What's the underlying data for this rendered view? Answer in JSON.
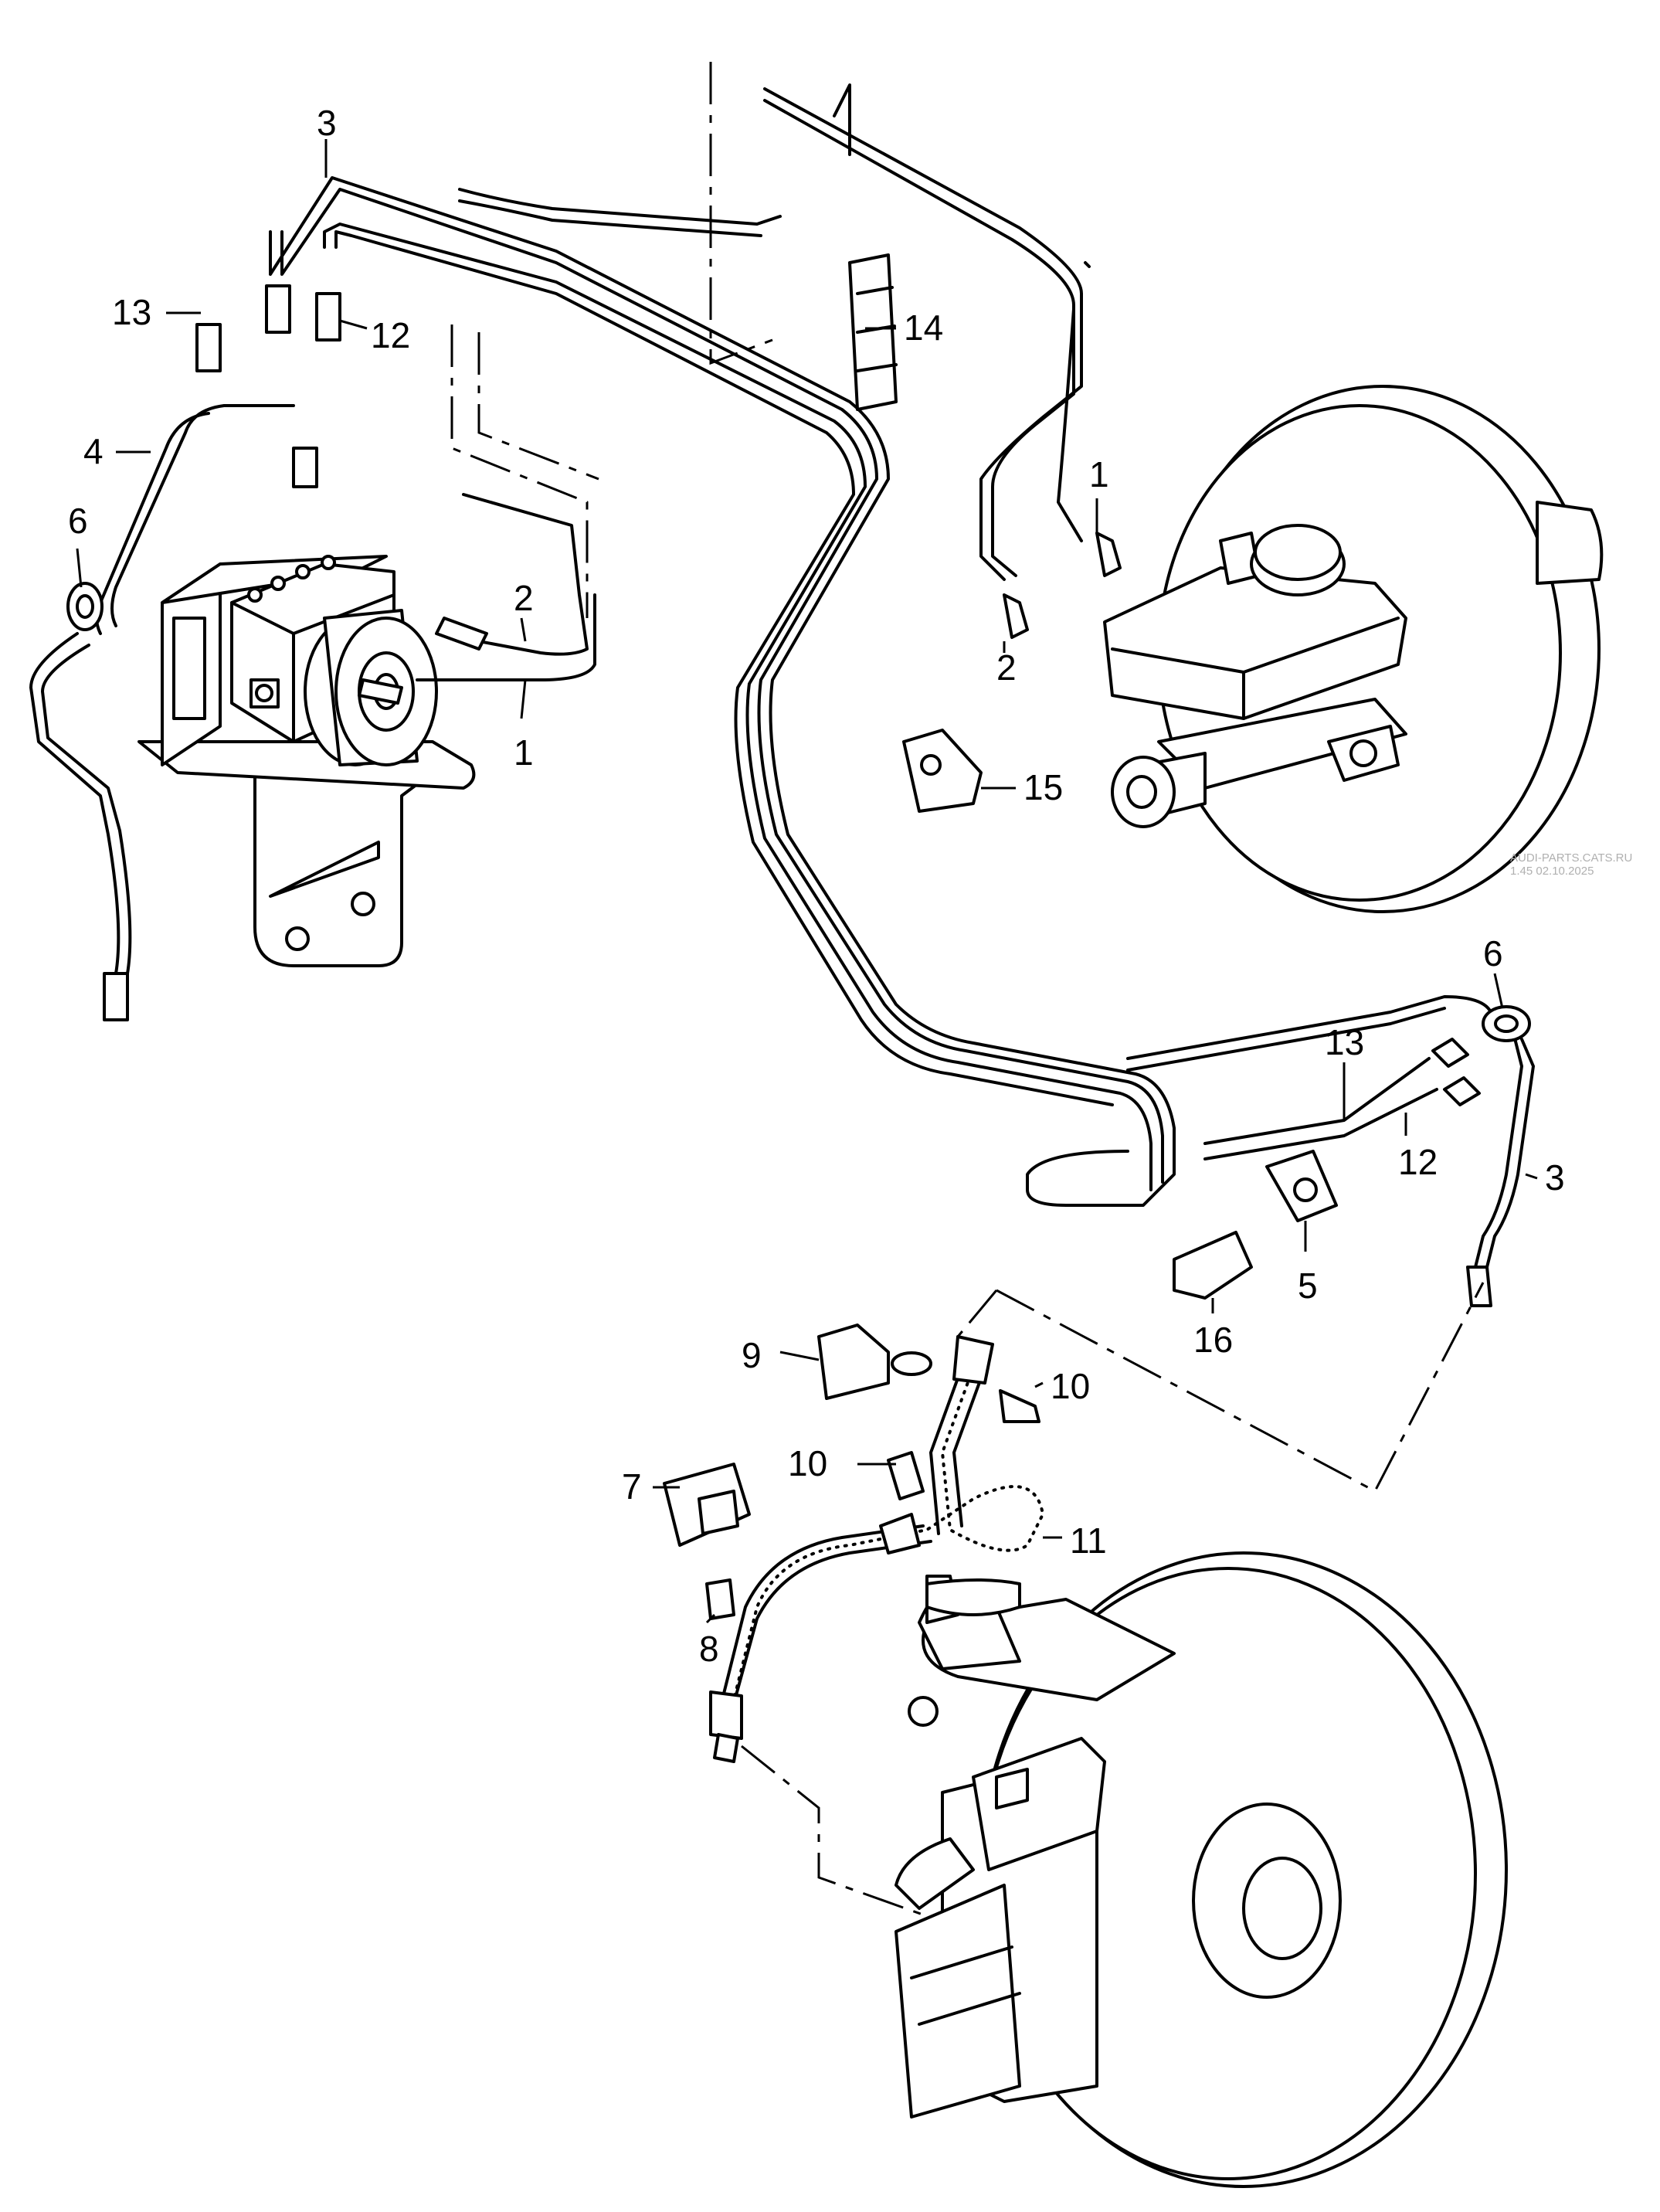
{
  "callouts": [
    {
      "label": "3"
    },
    {
      "label": "13"
    },
    {
      "label": "12"
    },
    {
      "label": "4"
    },
    {
      "label": "6"
    },
    {
      "label": "2"
    },
    {
      "label": "1"
    },
    {
      "label": "14"
    },
    {
      "label": "1"
    },
    {
      "label": "2"
    },
    {
      "label": "15"
    },
    {
      "label": "6"
    },
    {
      "label": "13"
    },
    {
      "label": "12"
    },
    {
      "label": "3"
    },
    {
      "label": "5"
    },
    {
      "label": "16"
    },
    {
      "label": "9"
    },
    {
      "label": "10"
    },
    {
      "label": "10"
    },
    {
      "label": "7"
    },
    {
      "label": "11"
    },
    {
      "label": "8"
    }
  ],
  "watermark": {
    "line1": "AUDI-PARTS.CATS.RU",
    "line2": "1.45 02.10.2025"
  }
}
